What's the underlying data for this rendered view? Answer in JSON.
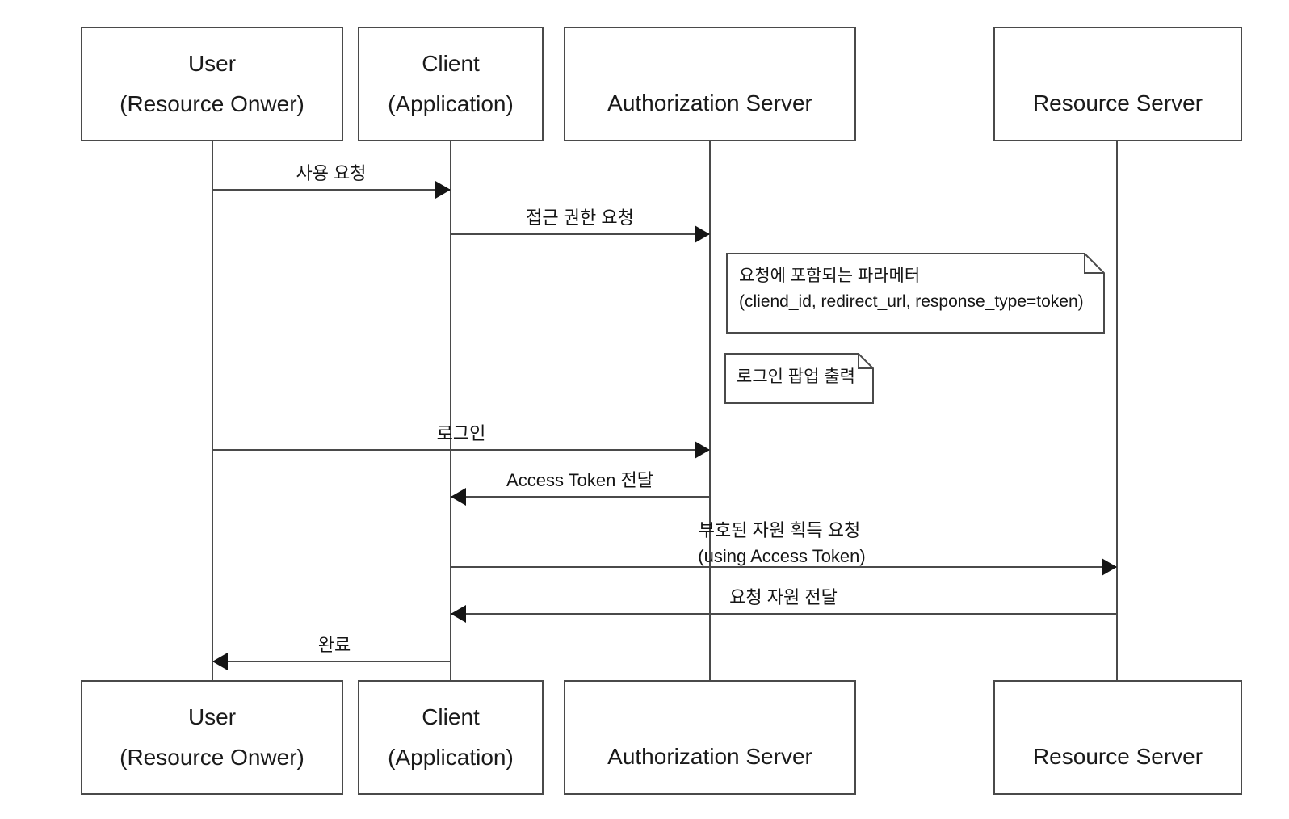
{
  "diagram": {
    "type": "sequence-diagram",
    "participants": [
      {
        "id": "user",
        "name": "User",
        "subtitle": "(Resource Onwer)"
      },
      {
        "id": "client",
        "name": "Client",
        "subtitle": "(Application)"
      },
      {
        "id": "auth",
        "name": "Authorization Server"
      },
      {
        "id": "resource",
        "name": "Resource Server"
      }
    ],
    "messages": [
      {
        "label": "사용 요청",
        "from": "User",
        "to": "Client"
      },
      {
        "label": "접근 권한 요청",
        "from": "Client",
        "to": "Authorization Server"
      },
      {
        "label": "로그인",
        "from": "User",
        "to": "Authorization Server"
      },
      {
        "label": "Access Token 전달",
        "from": "Authorization Server",
        "to": "Client"
      },
      {
        "label": "부호된 자원 획득 요청",
        "sublabel": "(using Access Token)",
        "from": "Client",
        "to": "Resource Server"
      },
      {
        "label": "요청 자원 전달",
        "from": "Resource Server",
        "to": "Client"
      },
      {
        "label": "완료",
        "from": "Client",
        "to": "User"
      }
    ],
    "notes": [
      {
        "line1": "요청에 포함되는 파라메터",
        "line2": "(cliend_id, redirect_url, response_type=token)"
      },
      {
        "line1": "로그인 팝업 출력"
      }
    ],
    "colors": {
      "line": "#4a4a4a",
      "arrow": "#151515",
      "text": "#1a1a1a",
      "background": "#ffffff"
    }
  }
}
